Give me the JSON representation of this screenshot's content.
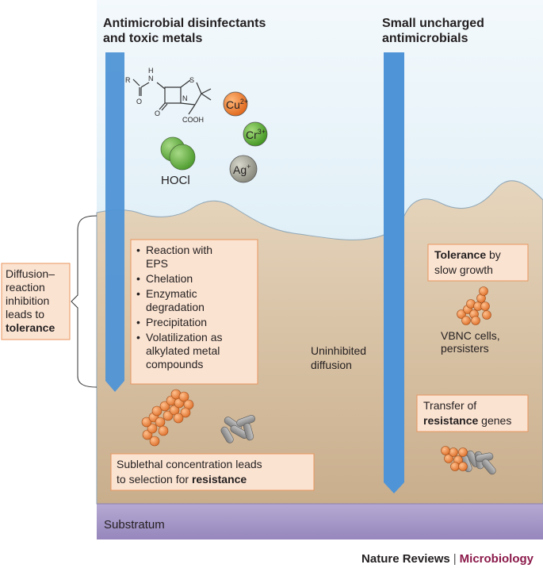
{
  "headings": {
    "left": [
      "Antimicrobial disinfectants",
      "and toxic metals"
    ],
    "right": [
      "Small uncharged",
      "antimicrobials"
    ]
  },
  "molecules": {
    "r_group": "R",
    "amide_n": "N",
    "amide_h": "H",
    "amide_o": "O",
    "ring_s": "S",
    "ring_n": "N",
    "ring_o": "O",
    "cooh": "COOH",
    "hocl": "HOCl",
    "cu": "Cu",
    "cu_charge": "2+",
    "cr": "Cr",
    "cr_charge": "3+",
    "ag": "Ag",
    "ag_charge": "+"
  },
  "side_label": {
    "lines": [
      "Diffusion–",
      "reaction",
      "inhibition",
      "leads to"
    ],
    "bold": "tolerance"
  },
  "mechanisms": [
    [
      "Reaction with",
      "EPS"
    ],
    [
      "Chelation"
    ],
    [
      "Enzymatic",
      "degradation"
    ],
    [
      "Precipitation"
    ],
    [
      "Volatilization as",
      "alkylated metal",
      "compounds"
    ]
  ],
  "sublethal": {
    "line1": "Sublethal concentration leads",
    "line2_prefix": "to selection for ",
    "line2_bold": "resistance"
  },
  "uninhibited": [
    "Uninhibited",
    "diffusion"
  ],
  "tolerance_box": {
    "bold": "Tolerance",
    "rest": " by",
    "line2": "slow growth"
  },
  "vbnc": [
    "VBNC cells,",
    "persisters"
  ],
  "transfer": {
    "line1": "Transfer of",
    "bold": "resistance",
    "rest": " genes"
  },
  "substratum": "Substratum",
  "footer": {
    "journal": "Nature Reviews",
    "separator": "|",
    "subject": "Microbiology"
  },
  "colors": {
    "water": "#dcedf6",
    "biofilm": "#d4bd9e",
    "substratum": "#a89bc8",
    "arrow": "#4f94d6",
    "box_fill": "#fbe3d1",
    "box_stroke": "#e8965f",
    "cell_orange": "#ef8a45",
    "rod_grey": "#9a9a9a",
    "cu_orange": "#f07f2a",
    "cr_green": "#5aae32",
    "ag_grey": "#9e9e90",
    "hocl_green": "#6cb84a",
    "brand_magenta": "#8b1a4a"
  }
}
